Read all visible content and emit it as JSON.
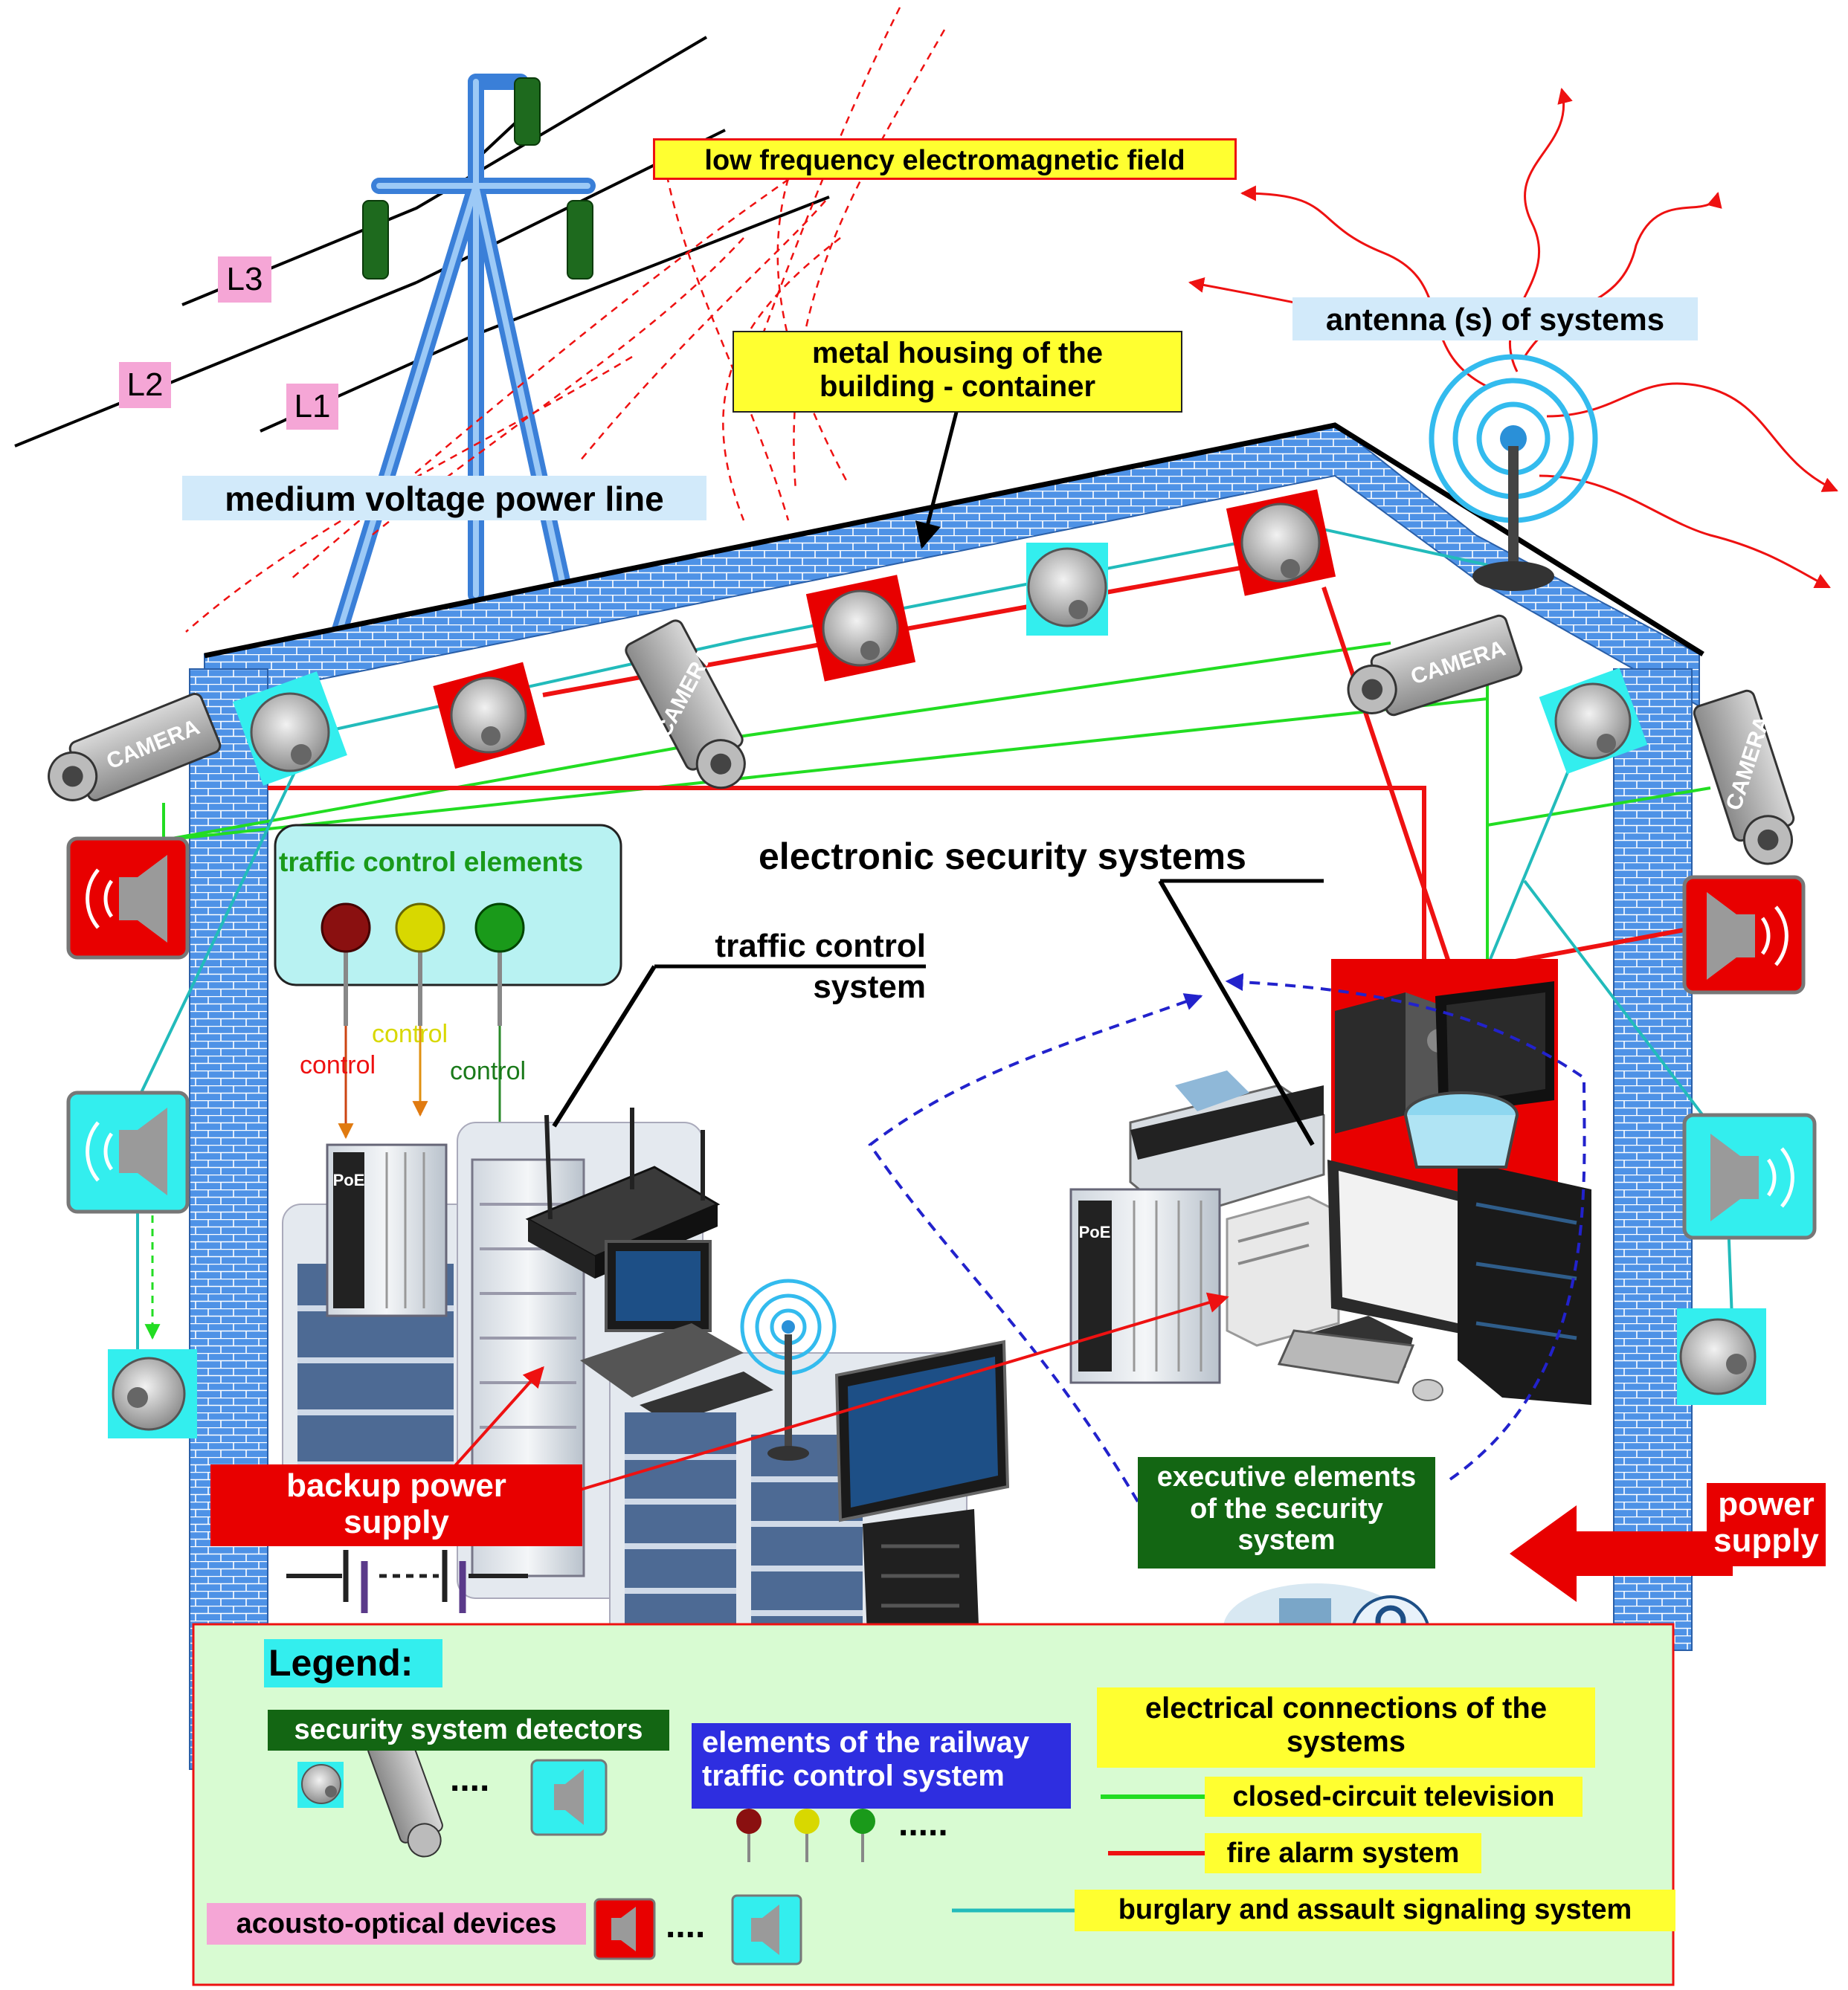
{
  "labels": {
    "lfem": "low frequency electromagnetic field",
    "antenna": "antenna (s) of systems",
    "metal_housing": "metal housing of the building - container",
    "mv_line": "medium voltage power line",
    "l1": "L1",
    "l2": "L2",
    "l3": "L3",
    "ess": "electronic security systems",
    "tc_elements": "traffic control elements",
    "tc_system": "traffic control system",
    "control": "control",
    "backup": "backup power supply",
    "power": "power supply",
    "executive": "executive elements of the security system"
  },
  "legend": {
    "title": "Legend:",
    "detectors": "security system detectors",
    "railway": "elements of the railway traffic control system",
    "acousto": "acousto-optical devices",
    "connections": "electrical connections of the systems",
    "cctv": "closed-circuit television",
    "fire": "fire alarm system",
    "burglary": "burglary and assault signaling system",
    "dots": "....",
    "dots5": "....."
  },
  "device_text": {
    "camera": "CAMERA",
    "poe": "PoE"
  },
  "colors": {
    "cctv": "#22dd22",
    "fire": "#ee1111",
    "burglary": "#22bbbb",
    "brick": "#4a8fe0",
    "panel_green": "#d8fbd2",
    "siren_red": "#e80000",
    "siren_cyan": "#33eeee",
    "exec_green": "#136613",
    "legend_blue": "#2e2ee0"
  }
}
